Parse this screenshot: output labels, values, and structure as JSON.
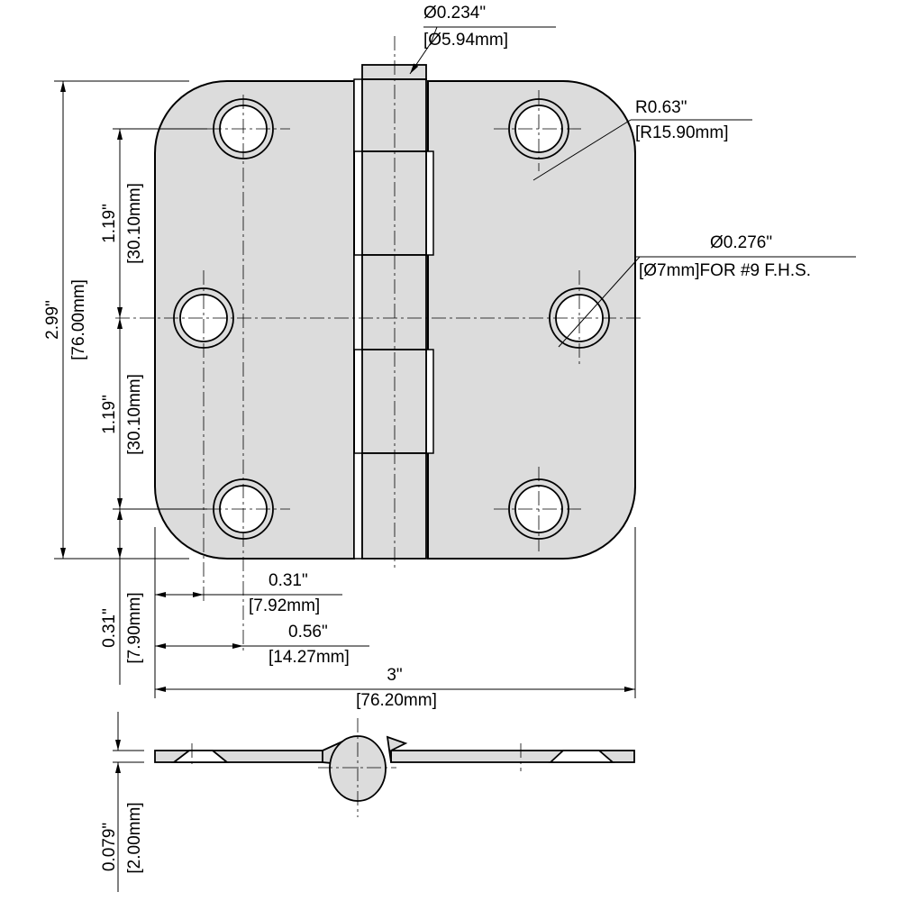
{
  "title": "Door hinge technical drawing",
  "colors": {
    "fill": "#dcdcdc",
    "line": "#000000",
    "background": "#ffffff"
  },
  "dimensions": {
    "pin_diameter": {
      "inch": "Ø0.234\"",
      "mm": "[Ø5.94mm]"
    },
    "corner_radius": {
      "inch": "R0.63\"",
      "mm": "[R15.90mm]"
    },
    "hole_diameter": {
      "inch": "Ø0.276\"",
      "mm": "[Ø7mm]FOR #9 F.H.S."
    },
    "height": {
      "inch": "2.99\"",
      "mm": "[76.00mm]"
    },
    "hole_spacing_upper": {
      "inch": "1.19\"",
      "mm": "[30.10mm]"
    },
    "hole_spacing_lower": {
      "inch": "1.19\"",
      "mm": "[30.10mm]"
    },
    "hole_edge_vertical": {
      "inch": "0.31\"",
      "mm": "[7.90mm]"
    },
    "hole_edge_horizontal": {
      "inch": "0.31\"",
      "mm": "[7.92mm]"
    },
    "hole_offset": {
      "inch": "0.56\"",
      "mm": "[14.27mm]"
    },
    "width": {
      "inch": "3\"",
      "mm": "[76.20mm]"
    },
    "thickness": {
      "inch": "0.079\"",
      "mm": "[2.00mm]"
    }
  }
}
